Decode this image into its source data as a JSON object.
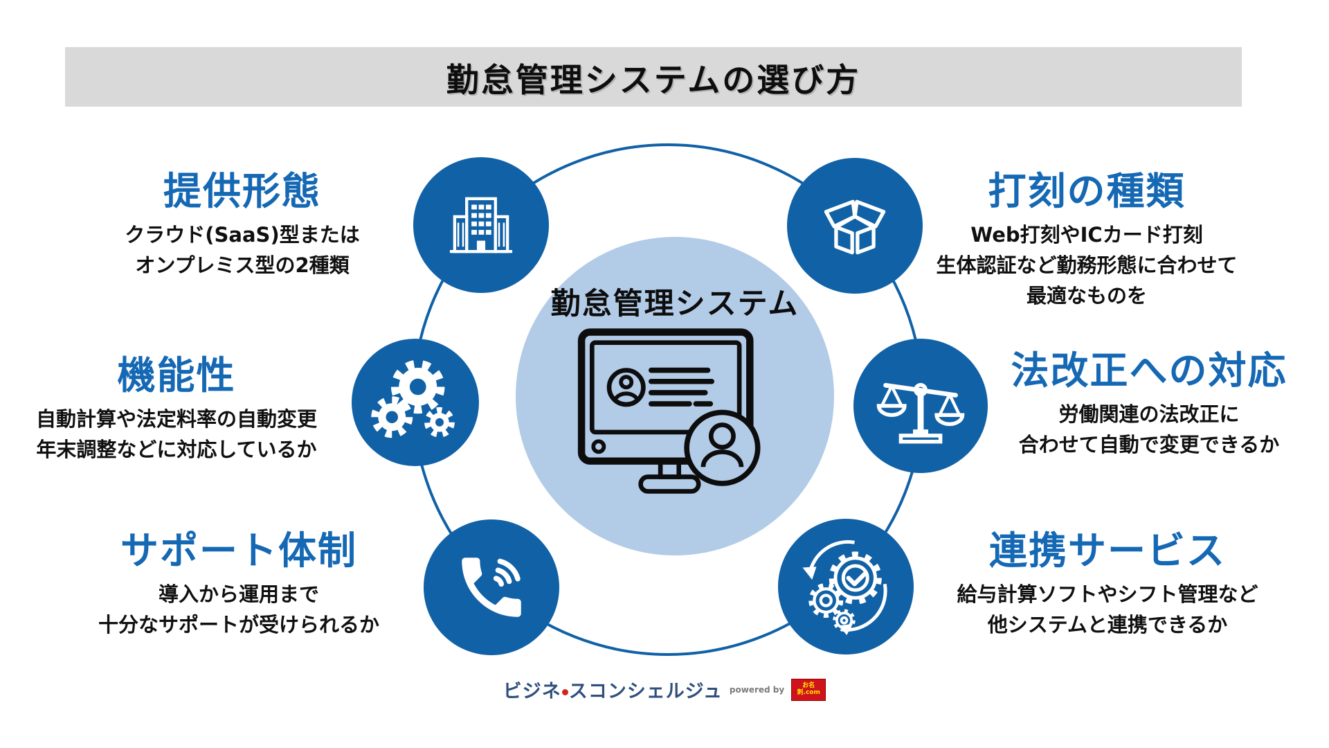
{
  "banner": {
    "title": "勤怠管理システムの選び方"
  },
  "center": {
    "label": "勤怠管理システム",
    "icon": "computer-monitor-with-users"
  },
  "items": [
    {
      "id": "provision",
      "heading": "提供形態",
      "icon": "building-icon",
      "lines": [
        "クラウド(SaaS)型または",
        "オンプレミス型の2種類"
      ]
    },
    {
      "id": "stamping",
      "heading": "打刻の種類",
      "icon": "open-box-icon",
      "lines": [
        "Web打刻やICカード打刻",
        "生体認証など勤務形態に合わせて",
        "最適なものを"
      ]
    },
    {
      "id": "functionality",
      "heading": "機能性",
      "icon": "gears-icon",
      "lines": [
        "自動計算や法定料率の自動変更",
        "年末調整などに対応しているか"
      ]
    },
    {
      "id": "law-revision",
      "heading": "法改正への対応",
      "icon": "balance-scales-icon",
      "lines": [
        "労働関連の法改正に",
        "合わせて自動で変更できるか"
      ]
    },
    {
      "id": "support",
      "heading": "サポート体制",
      "icon": "phone-icon",
      "lines": [
        "導入から運用まで",
        "十分なサポートが受けられるか"
      ]
    },
    {
      "id": "integration",
      "heading": "連携サービス",
      "icon": "sync-gears-icon",
      "lines": [
        "給与計算ソフトやシフト管理など",
        "他システムと連携できるか"
      ]
    }
  ],
  "footer": {
    "brand_left": "ビジネ",
    "brand_right": "スコンシェルジュ",
    "powered_by": "powered by",
    "badge": "お名刺.com"
  },
  "colors": {
    "circle_blue": "#1161a7",
    "heading_blue": "#1568b4",
    "light_blue": "#b2cbe7",
    "banner_gray": "#d9d9d9",
    "brand_navy": "#2f4f7d",
    "badge_red": "#cf121b",
    "badge_yellow": "#ffe600"
  }
}
